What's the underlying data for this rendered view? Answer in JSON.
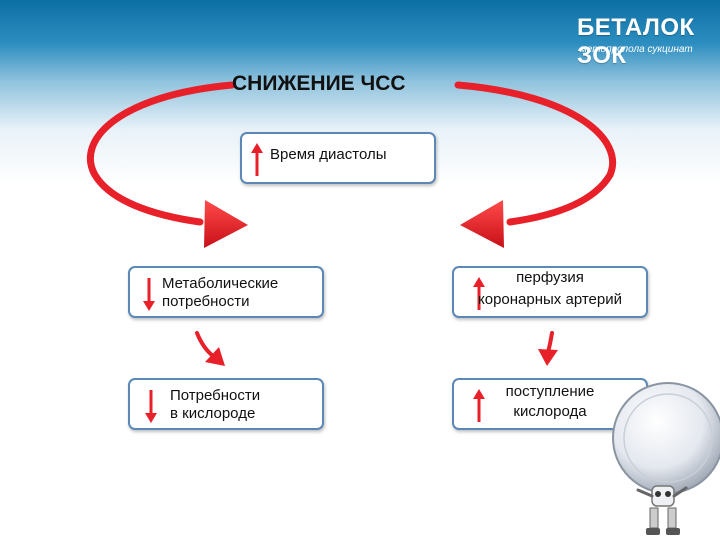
{
  "logo": {
    "brand": "БЕТАЛОК ЗОК",
    "subtitle": "метопролола сукцинат"
  },
  "title": "СНИЖЕНИЕ ЧСС",
  "boxes": {
    "diastole": {
      "text": "Время диастолы",
      "arrow": "up"
    },
    "metabolic": {
      "line1": "Метаболические",
      "line2": "потребности",
      "arrow": "down"
    },
    "oxygen_need": {
      "line1": "Потребности",
      "line2": "в кислороде",
      "arrow": "down"
    },
    "perfusion": {
      "line1": "перфузия",
      "line2": "коронарных артерий",
      "arrow": "up"
    },
    "oxygen_supply": {
      "line1": "поступление",
      "line2": "кислорода",
      "arrow": "up"
    }
  },
  "colors": {
    "arrow_red": "#e8202a",
    "box_border": "#5c88b8",
    "header_blue": "#0c6fa3"
  }
}
